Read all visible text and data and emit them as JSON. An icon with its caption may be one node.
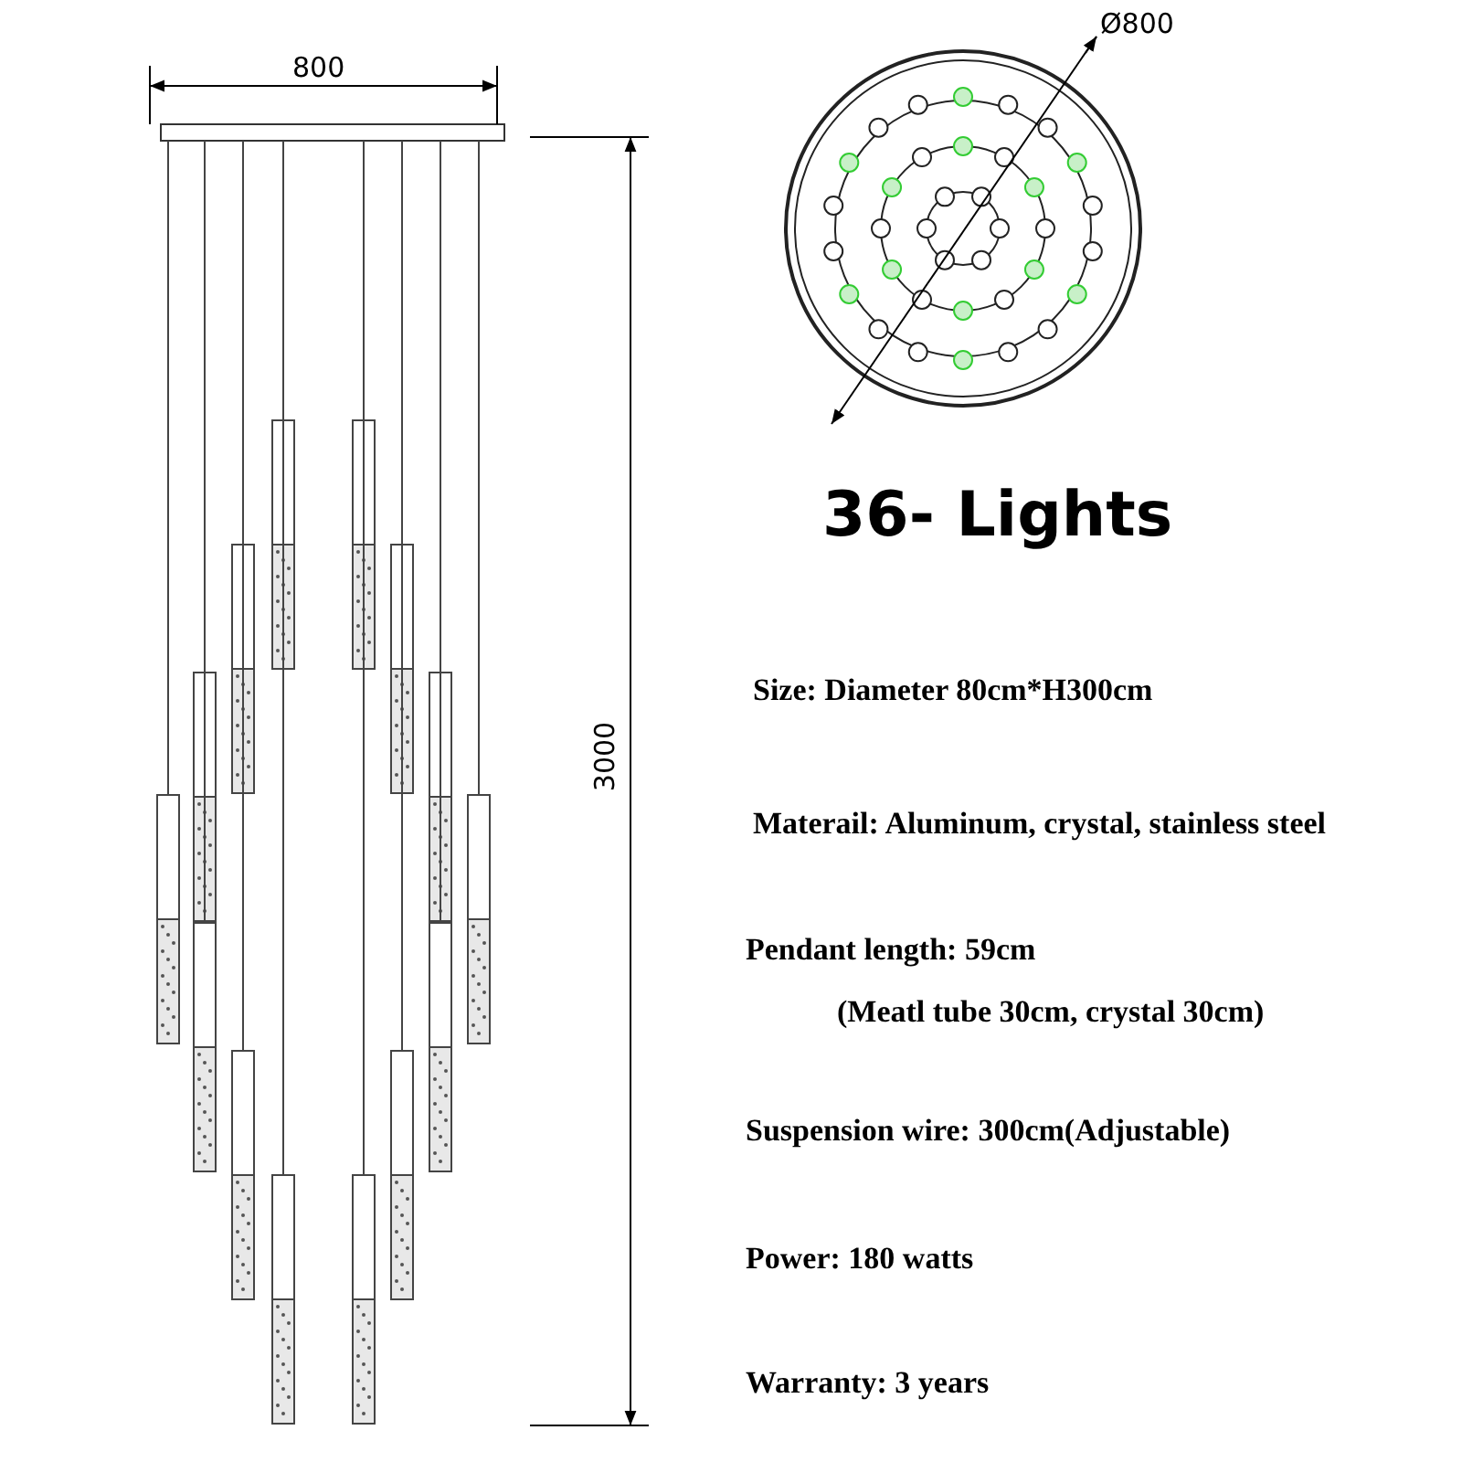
{
  "diagram": {
    "title": "36- Lights",
    "labels": [
      "800",
      "3000",
      "Ø800",
      "Size: Diameter 80cm*H300cm",
      "Materail: Aluminum, crystal, stainless steel",
      "Pendant length: 59cm",
      "(Meatl tube 30cm, crystal 30cm)",
      "Suspension wire: 300cm(Adjustable)",
      "Power: 180 watts",
      "Warranty: 3 years"
    ]
  }
}
